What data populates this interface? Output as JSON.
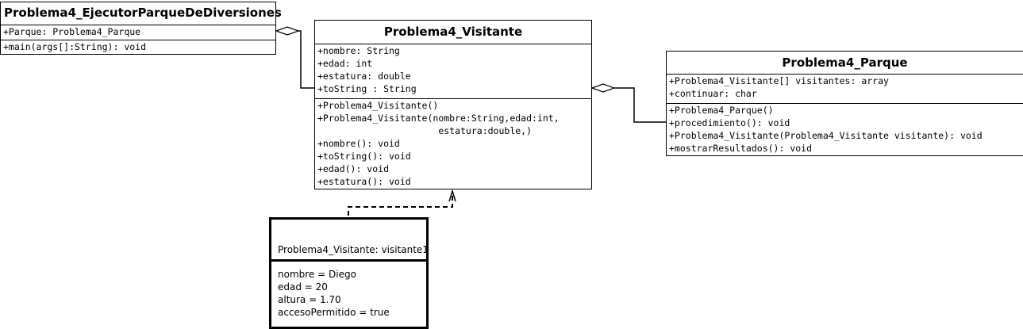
{
  "classes": {
    "ejecutor": {
      "name": "Problema4_EjecutorParqueDeDiversiones",
      "attributes": [
        "+Parque: Problema4_Parque"
      ],
      "methods": [
        "+main(args[]:String): void"
      ]
    },
    "visitante": {
      "name": "Problema4_Visitante",
      "attributes": [
        "+nombre: String",
        "+edad: int",
        "+estatura: double",
        "+toString : String"
      ],
      "methods": [
        "+Problema4_Visitante()",
        "+Problema4_Visitante(nombre:String,edad:int,",
        "                      estatura:double,)",
        "+nombre(): void",
        "+toString(): void",
        "+edad(): void",
        "+estatura(): void"
      ]
    },
    "parque": {
      "name": "Problema4_Parque",
      "attributes": [
        "+Problema4_Visitante[] visitantes: array",
        "+continuar: char"
      ],
      "methods": [
        "+Problema4_Parque()",
        "+procedimiento(): void",
        "+Problema4_Visitante(Problema4_Visitante visitante): void",
        "+mostrarResultados(): void"
      ]
    }
  },
  "object": {
    "name": "Problema4_Visitante: visitante1",
    "slots": [
      "nombre = Diego",
      "edad = 20",
      "altura = 1.70",
      "accesoPermitido = true"
    ]
  },
  "relations": [
    {
      "type": "aggregation",
      "from": "ejecutor",
      "to": "visitante"
    },
    {
      "type": "aggregation",
      "from": "visitante",
      "to": "parque"
    },
    {
      "type": "dependency",
      "from": "object",
      "to": "visitante"
    }
  ],
  "colors": {
    "line": "#000000",
    "background": "#ffffff"
  }
}
